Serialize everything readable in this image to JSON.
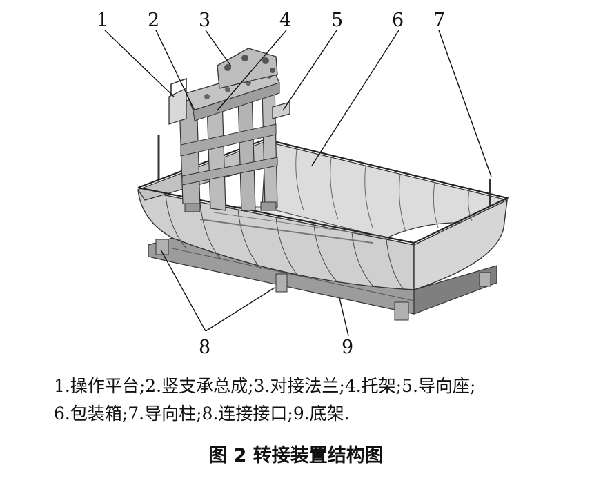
{
  "labels": [
    "1",
    "2",
    "3",
    "4",
    "5",
    "6",
    "7",
    "8",
    "9"
  ],
  "caption": {
    "line1": "1.操作平台;2.竖支承总成;3.对接法兰;4.托架;5.导向座;",
    "line2": "6.包装箱;7.导向柱;8.连接接口;9.底架."
  },
  "figure_title": "图 2   转接装置结构图",
  "colors": {
    "metal": "#c8c8c8",
    "metal_dark": "#8a8a8a",
    "glass": "#e4e4e4",
    "ink": "#111111"
  }
}
